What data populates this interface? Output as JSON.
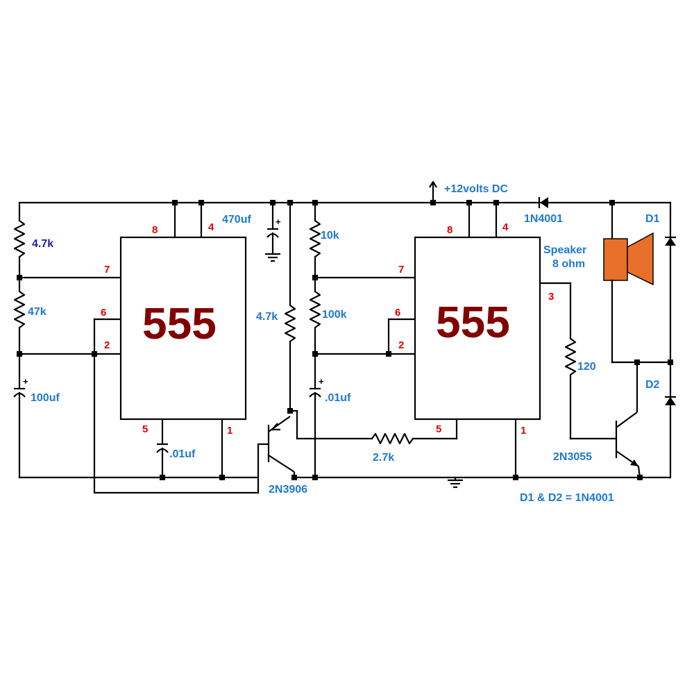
{
  "chips": {
    "left": "555",
    "right": "555"
  },
  "pins": {
    "left": {
      "p8": "8",
      "p4": "4",
      "p7": "7",
      "p6": "6",
      "p2": "2",
      "p5": "5",
      "p1": "1"
    },
    "right": {
      "p8": "8",
      "p4": "4",
      "p7": "7",
      "p6": "6",
      "p2": "2",
      "p3": "3",
      "p5": "5",
      "p1": "1"
    }
  },
  "labels": {
    "r1": "4.7k",
    "r2": "47k",
    "c1": "100uf",
    "c2": ".01uf",
    "c3": "470uf",
    "r3": "4.7k",
    "r4": "10k",
    "r5": "100k",
    "c4": ".01uf",
    "r6": "2.7k",
    "q1": "2N3906",
    "supply": "+12volts DC",
    "diode_main": "1N4001",
    "speaker": "Speaker",
    "speaker_ohm": "8 ohm",
    "r7": "120",
    "q2": "2N3055",
    "d1": "D1",
    "d2": "D2",
    "diode_note": "D1 & D2 = 1N4001"
  },
  "colors": {
    "wire": "#000000",
    "chip_text": "#800000",
    "pin_numbers": "#e00000",
    "component_labels": "#1e78d2",
    "speaker": "#e8702a"
  }
}
